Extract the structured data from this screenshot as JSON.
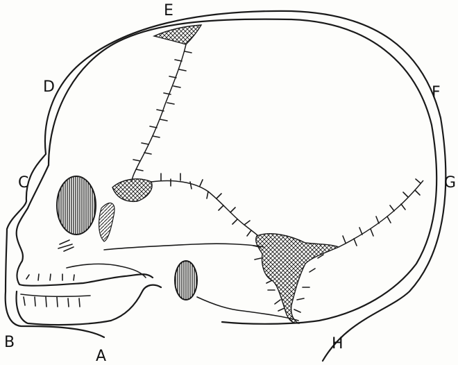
{
  "labels": {
    "A": "A",
    "B": "B",
    "C": "C",
    "D": "D",
    "E": "E",
    "F": "F",
    "G": "G",
    "H": "H"
  }
}
